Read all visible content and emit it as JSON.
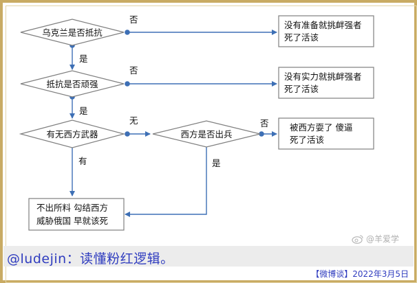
{
  "decisions": {
    "d1": "乌克兰是否抵抗",
    "d2": "抵抗是否顽强",
    "d3": "有无西方武器",
    "d4": "西方是否出兵"
  },
  "outcomes": {
    "o1": [
      "没有准备就挑衅强者",
      "死了活该"
    ],
    "o2": [
      "没有实力就挑衅强者",
      "死了活该"
    ],
    "o3": [
      "被西方耍了 傻逼",
      "死了活该"
    ],
    "o4": [
      "不出所料 勾结西方",
      "威胁俄国 早就该死"
    ]
  },
  "edge_labels": {
    "d1_no": "否",
    "d1_yes": "是",
    "d2_no": "否",
    "d2_yes": "是",
    "d3_none": "无",
    "d3_has": "有",
    "d4_no": "否",
    "d4_yes": "是"
  },
  "caption": "@ludejin：读懂粉红逻辑。",
  "watermark": "@羊爱学",
  "footer": "【微博谈】2022年3月5日",
  "colors": {
    "line": "#3d6fb5",
    "node_border": "#7f7f7f",
    "caption_text": "#2f3cbf",
    "frame": "#c9ab63"
  }
}
